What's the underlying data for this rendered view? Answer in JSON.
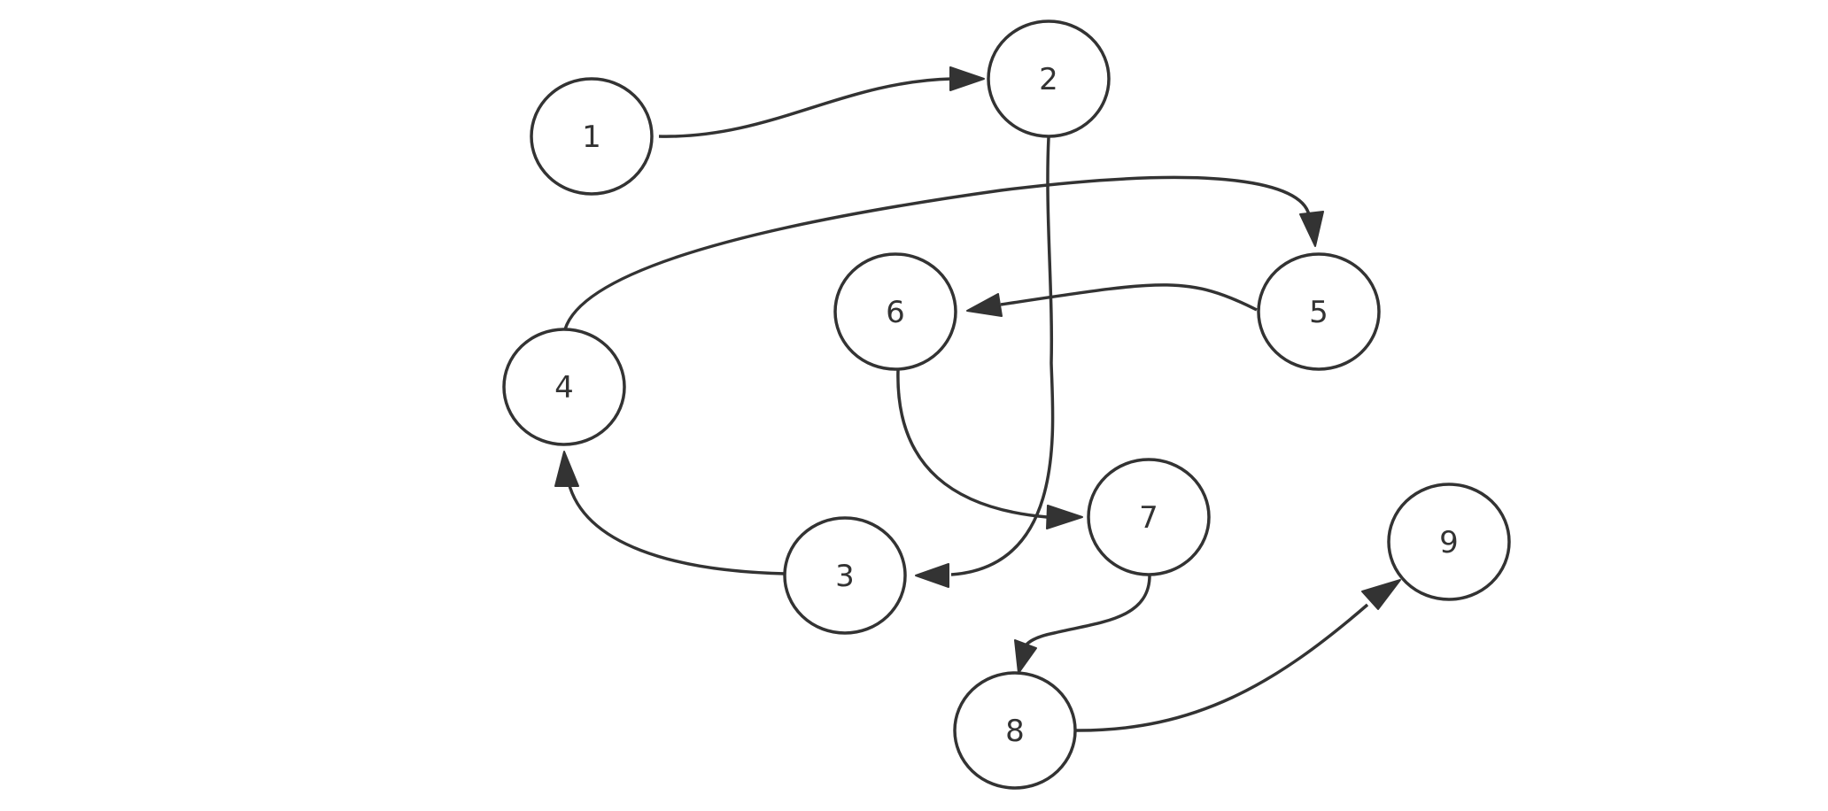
{
  "diagram": {
    "type": "directed-graph",
    "stroke_color": "#333333",
    "background": "#ffffff",
    "nodes": [
      {
        "id": "1",
        "label": "1"
      },
      {
        "id": "2",
        "label": "2"
      },
      {
        "id": "3",
        "label": "3"
      },
      {
        "id": "4",
        "label": "4"
      },
      {
        "id": "5",
        "label": "5"
      },
      {
        "id": "6",
        "label": "6"
      },
      {
        "id": "7",
        "label": "7"
      },
      {
        "id": "8",
        "label": "8"
      },
      {
        "id": "9",
        "label": "9"
      }
    ],
    "edges": [
      {
        "from": "1",
        "to": "2"
      },
      {
        "from": "2",
        "to": "3"
      },
      {
        "from": "3",
        "to": "4"
      },
      {
        "from": "4",
        "to": "5"
      },
      {
        "from": "5",
        "to": "6"
      },
      {
        "from": "6",
        "to": "7"
      },
      {
        "from": "7",
        "to": "8"
      },
      {
        "from": "8",
        "to": "9"
      }
    ]
  }
}
